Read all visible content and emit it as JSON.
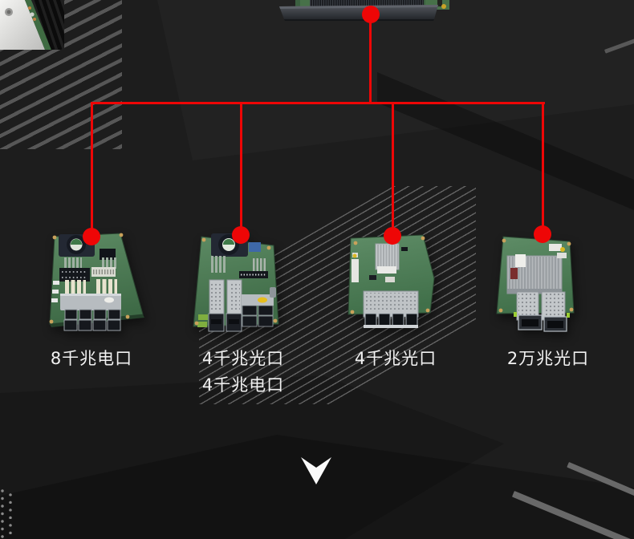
{
  "colors": {
    "background": "#1d1d1d",
    "accent_red": "#ee0606",
    "text": "#f2f2f2",
    "pcb_green": "#4e7e55",
    "stripe_gray": "#7d7d7d",
    "chevron_white": "#fafafa"
  },
  "header": {
    "parent_module_image": "chassis-line-card-edge-connector"
  },
  "cards": [
    {
      "id": "card-1",
      "image": "interface-card-8x-rj45",
      "label_lines": [
        "8千兆电口"
      ]
    },
    {
      "id": "card-2",
      "image": "interface-card-4x-sfp-4x-rj45",
      "label_lines": [
        "4千兆光口",
        "4千兆电口"
      ]
    },
    {
      "id": "card-3",
      "image": "interface-card-4x-sfp",
      "label_lines": [
        "4千兆光口"
      ]
    },
    {
      "id": "card-4",
      "image": "interface-card-2x-sfp-plus",
      "label_lines": [
        "2万兆光口"
      ]
    }
  ],
  "footer": {
    "scroll_indicator": "chevron-down"
  }
}
